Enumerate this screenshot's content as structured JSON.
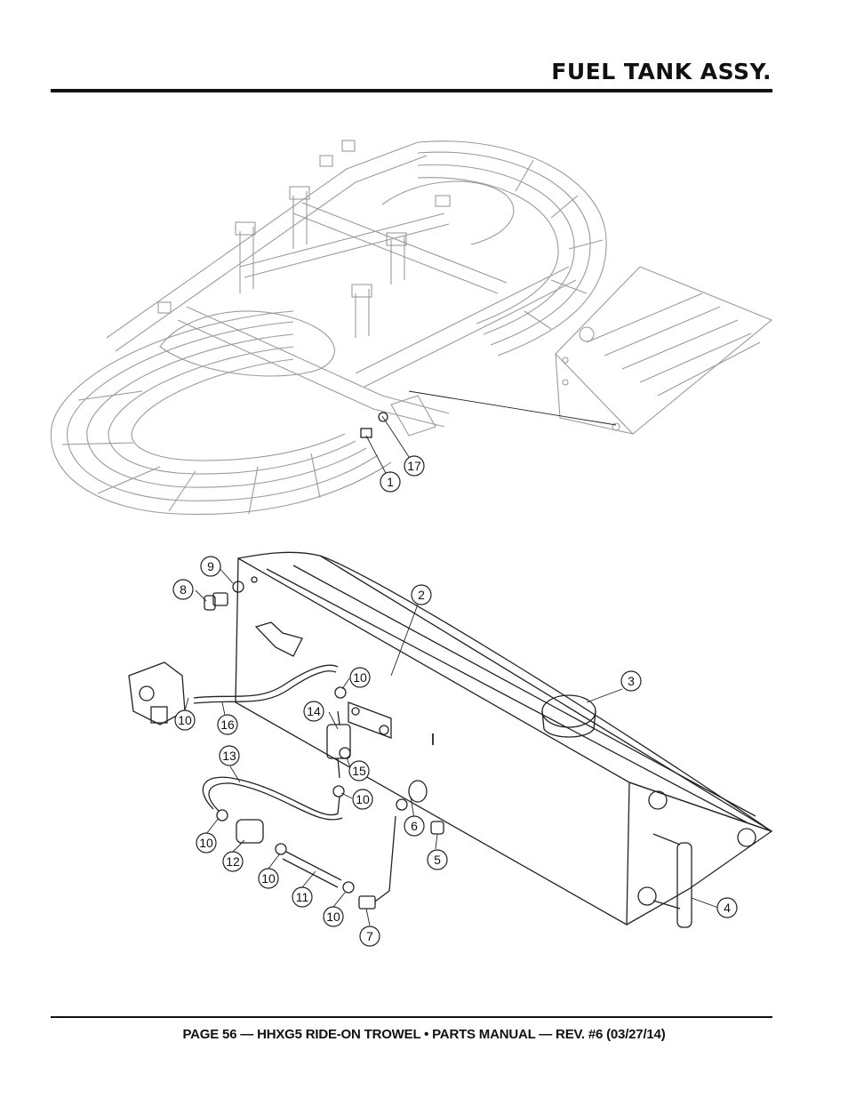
{
  "header": {
    "title": "FUEL TANK ASSY."
  },
  "footer": {
    "text": "PAGE 56 — HHXG5 RIDE-ON TROWEL • PARTS MANUAL — REV. #6 (03/27/14)"
  },
  "callouts": {
    "c1": "1",
    "c17": "17",
    "c9": "9",
    "c8": "8",
    "c2": "2",
    "c3": "3",
    "c10a": "10",
    "c10b": "10",
    "c16": "16",
    "c14": "14",
    "c15": "15",
    "c13": "13",
    "c10c": "10",
    "c6": "6",
    "c5": "5",
    "c10d": "10",
    "c12": "12",
    "c10e": "10",
    "c11": "11",
    "c10f": "10",
    "c7": "7",
    "c4": "4"
  },
  "tank_mark": "I"
}
